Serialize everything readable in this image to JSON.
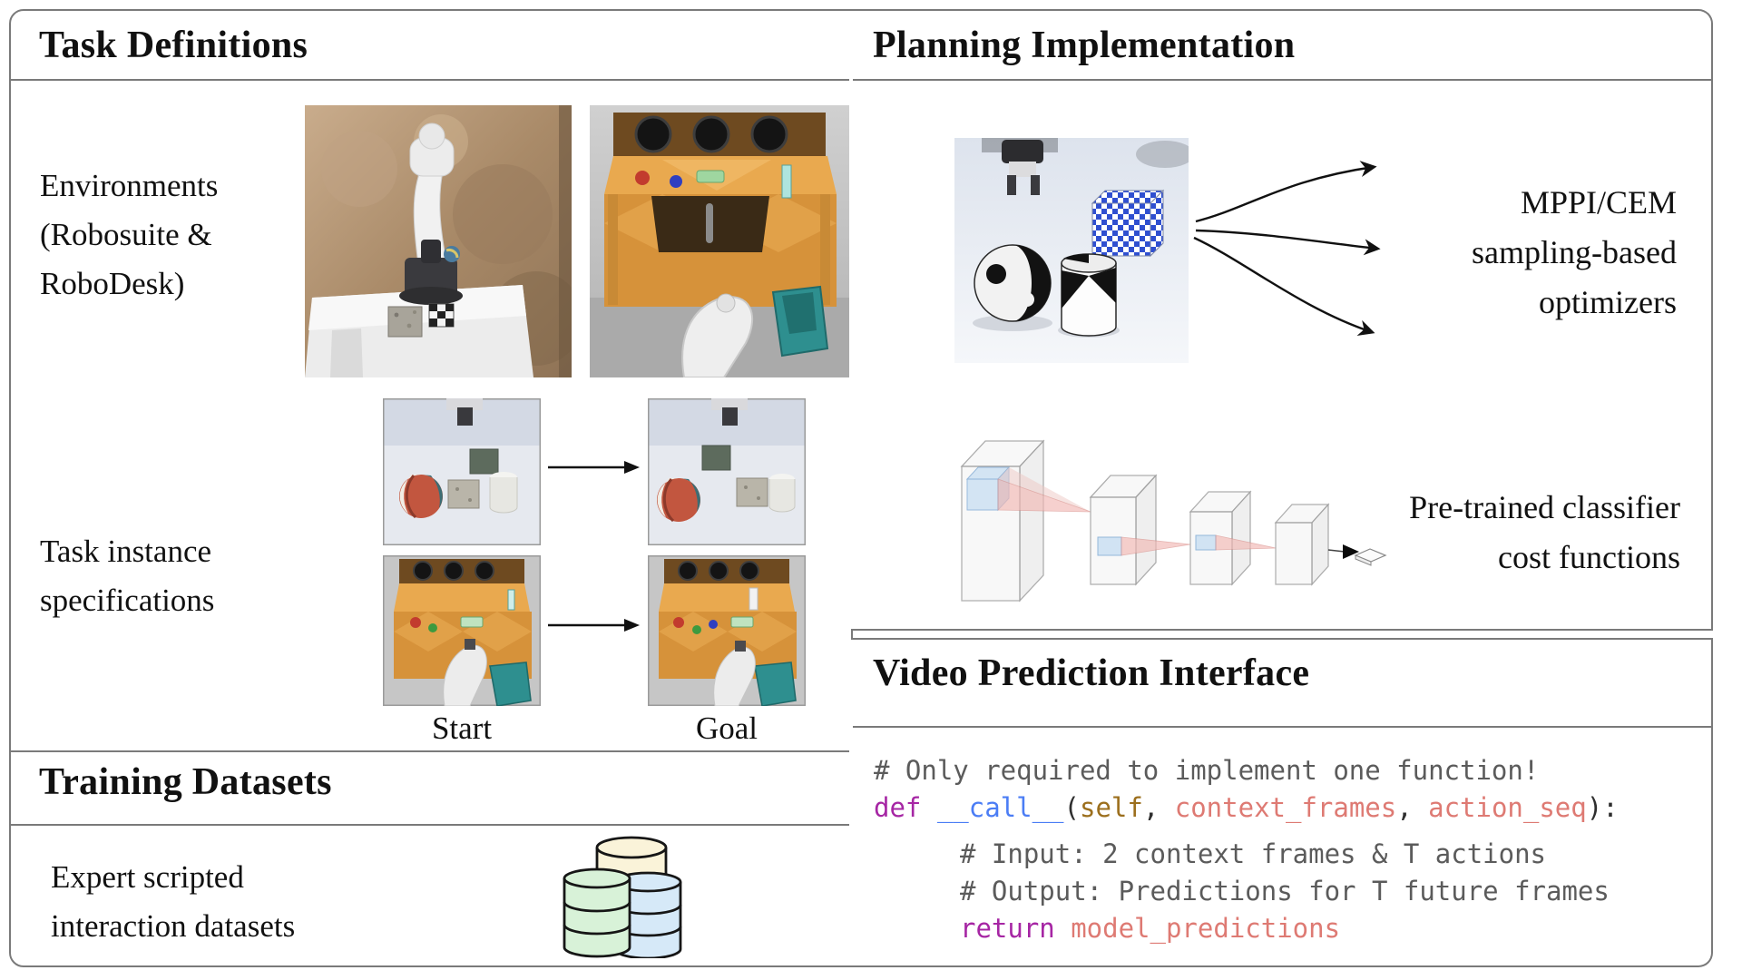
{
  "figure": {
    "panels": {
      "task_definitions": {
        "title": "Task Definitions",
        "environments_label": [
          "Environments",
          "(Robosuite &",
          "RoboDesk)"
        ],
        "task_instances_label": [
          "Task instance",
          "specifications"
        ],
        "start_label": "Start",
        "goal_label": "Goal"
      },
      "training_datasets": {
        "title": "Training Datasets",
        "description": [
          "Expert scripted",
          "interaction datasets"
        ]
      },
      "planning_implementation": {
        "title": "Planning Implementation",
        "optimizers_label": [
          "MPPI/CEM",
          "sampling-based",
          "optimizers"
        ],
        "cost_label": [
          "Pre-trained classifier",
          "cost functions"
        ]
      },
      "video_prediction_interface": {
        "title": "Video Prediction Interface",
        "code": {
          "comment_top": "# Only required to implement one function!",
          "def_keyword": "def ",
          "function_name": "__call__",
          "paren_open": "(",
          "arg_self": "self",
          "separator_1": ", ",
          "arg_context_frames": "context_frames",
          "separator_2": ", ",
          "arg_action_seq": "action_seq",
          "paren_close": "):",
          "comment_input": "# Input: 2 context frames & T actions",
          "comment_output": "# Output: Predictions for T future frames",
          "return_keyword": "return ",
          "return_value": "model_predictions"
        }
      }
    },
    "icons": {
      "database_stack": "database-stack-icon",
      "sampling_arrows": "fan-arrows-icon",
      "cnn_diagram": "cnn-classifier-diagram",
      "task_arrow": "right-arrow-icon"
    },
    "colors": {
      "border": "#7a7a7a",
      "text": "#111111",
      "syntax_comment": "#5b5b5b",
      "syntax_keyword": "#a626a4",
      "syntax_function": "#4b7df5",
      "syntax_self": "#9c6f1d",
      "syntax_param": "#de7a73",
      "syntax_plain": "#2f2f2f",
      "db_back": "#faf3d9",
      "db_left": "#d8f2d8",
      "db_right": "#d6e9f8"
    }
  }
}
